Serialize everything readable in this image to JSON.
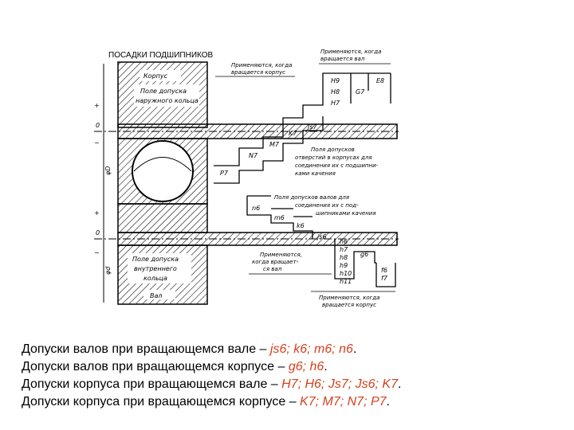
{
  "diagram": {
    "title": "ПОСАДКИ ПОДШИПНИКОВ",
    "housing_label": "Корпус",
    "shaft_label": "Вал",
    "outer_zone_label": [
      "Поле допуска",
      "наружного кольца"
    ],
    "inner_zone_label": [
      "Поле допуска",
      "внутреннего",
      "кольца"
    ],
    "housing_hole_zone_label": [
      "Поля допусков",
      "отверстий в корпусах для",
      "соединения их с подшипни-",
      "ками качения"
    ],
    "shaft_zone_label": [
      "Поля допусков валов для",
      "соединения их с под-",
      "шипниками качения"
    ],
    "note_housing_rot_top": [
      "Применяются, когда",
      "вращается корпус"
    ],
    "note_shaft_rot_top": [
      "Применяются, когда",
      "вращается вал"
    ],
    "note_shaft_rot_mid": [
      "Применяются,",
      "когда вращает-",
      "ся вал"
    ],
    "note_housing_rot_bottom": [
      "Применяются, когда",
      "вращается корпус"
    ],
    "housing_fits": {
      "H9": "H9",
      "H8": "H8",
      "H7": "H7",
      "E8": "E8",
      "G7": "G7",
      "Js7": "Js7",
      "K7": "K7",
      "M7": "M7",
      "N7": "N7",
      "P7": "P7"
    },
    "shaft_fits": {
      "n6": "n6",
      "m6": "m6",
      "k6": "k6",
      "js6": "js6",
      "h6": "h6",
      "h7": "h7",
      "h8": "h8",
      "h9": "h9",
      "h10": "h10",
      "h11": "h11",
      "g6": "g6",
      "f6": "f6",
      "f7": "f7"
    },
    "axis_plus": "+",
    "axis_zero": "0",
    "axis_minus": "−",
    "dim_D": "φD",
    "dim_d": "φd"
  },
  "text": {
    "line1_prefix": "Допуски валов при вращающемся вале – ",
    "line1_values": "js6; k6; m6; n6",
    "line1_suffix": ".",
    "line2_prefix": "Допуски валов при вращающемся корпусе – ",
    "line2_values": "g6; h6",
    "line2_suffix": ".",
    "line3_prefix": "Допуски корпуса при вращающемся вале – ",
    "line3_values": "H7; H6; Js7; Js6; K7",
    "line3_suffix": ".",
    "line4_prefix": "Допуски корпуса при вращающемся корпусе – ",
    "line4_values": "K7; M7; N7; P7",
    "line4_suffix": "."
  },
  "colors": {
    "highlight": "#d4411e"
  }
}
